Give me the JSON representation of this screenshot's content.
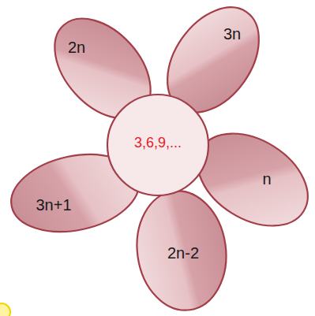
{
  "diagram": {
    "nodes": [
      {
        "text": [
          "2n"
        ]
      },
      {
        "text": [
          "3n"
        ]
      },
      {
        "text": [
          "3,6,9,..."
        ]
      },
      {
        "text": [
          "3n+1"
        ]
      },
      {
        "text": [
          "n"
        ]
      },
      {
        "text": [
          "2n-2"
        ]
      }
    ]
  }
}
